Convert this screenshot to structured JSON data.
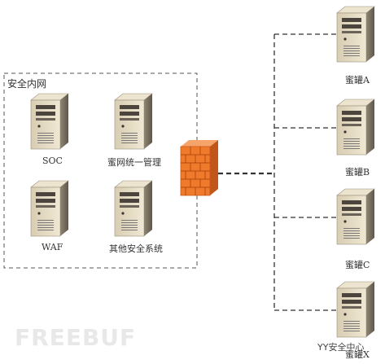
{
  "zone": {
    "title": "安全内网"
  },
  "servers": {
    "soc": "SOC",
    "honeynet_mgmt": "蜜网统一管理",
    "waf": "WAF",
    "other_security": "其他安全系统"
  },
  "honeypots": {
    "a": "蜜罐A",
    "b": "蜜罐B",
    "c": "蜜罐C",
    "x": "蜜罐X"
  },
  "watermarks": {
    "left": "FREEBUF",
    "right": "YY安全中心"
  },
  "icons": {
    "server": "server-icon",
    "firewall": "firewall-icon"
  },
  "colors": {
    "server_body": "#e7ddc6",
    "server_dark": "#5a5248",
    "firewall": "#f07a2c",
    "line": "#333333"
  }
}
